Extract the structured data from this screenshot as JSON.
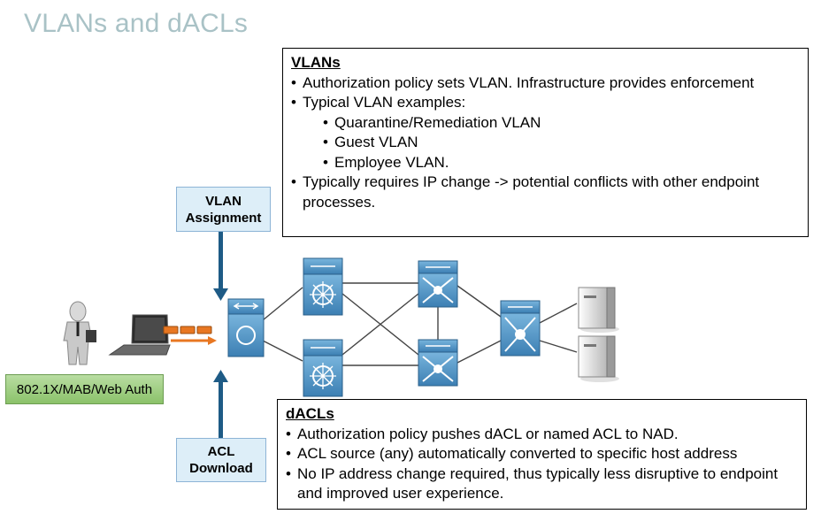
{
  "title": "VLANs and dACLs",
  "vlans": {
    "heading": "VLANs",
    "bullets": [
      "Authorization policy  sets VLAN.  Infrastructure  provides enforcement",
      "Typical VLAN examples:"
    ],
    "examples": [
      "Quarantine/Remediation VLAN",
      "Guest VLAN",
      "Employee VLAN."
    ],
    "last_bullet": "Typically requires IP change -> potential conflicts with other endpoint processes."
  },
  "dacls": {
    "heading": "dACLs",
    "bullets": [
      "Authorization policy pushes dACL or named ACL to NAD.",
      "ACL source (any) automatically converted to specific host address",
      "No IP address change required, thus typically less disruptive to endpoint and improved user experience."
    ]
  },
  "labels": {
    "vlan_assignment_line1": "VLAN",
    "vlan_assignment_line2": "Assignment",
    "acl_download_line1": "ACL",
    "acl_download_line2": "Download",
    "auth": "802.1X/MAB/Web Auth"
  },
  "colors": {
    "title": "#a9c2c6",
    "device": "#4f8fc0",
    "arrow": "#1e5b86",
    "packet": "#e87722",
    "auth_box": "#8bc26a",
    "label_box": "#ddeef8"
  },
  "icons": [
    "user-icon",
    "laptop-icon",
    "packet-icon",
    "access-switch-icon",
    "distribution-switch-icon",
    "core-switch-icon",
    "server-icon"
  ]
}
